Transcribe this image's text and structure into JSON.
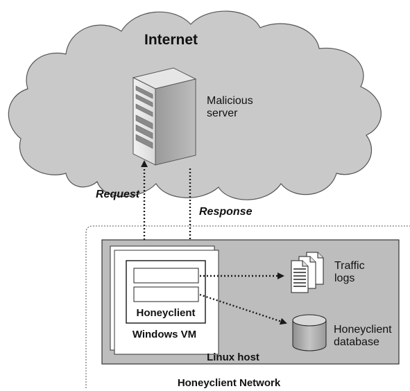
{
  "internet": {
    "label": "Internet"
  },
  "server": {
    "label_line1": "Malicious",
    "label_line2": "server"
  },
  "request": {
    "label": "Request"
  },
  "response": {
    "label": "Response"
  },
  "honeyclient": {
    "label": "Honeyclient"
  },
  "windows_vm": {
    "label": "Windows VM"
  },
  "linux_host": {
    "label": "Linux host"
  },
  "network": {
    "label": "Honeyclient Network"
  },
  "traffic_logs": {
    "label_line1": "Traffic",
    "label_line2": "logs"
  },
  "database": {
    "label_line1": "Honeyclient",
    "label_line2": "database"
  },
  "colors": {
    "cloud": "#c9c9c9",
    "host_fill": "#bdbdbd",
    "database_fill": "#b0b0b0",
    "line": "#1a1a1a"
  }
}
